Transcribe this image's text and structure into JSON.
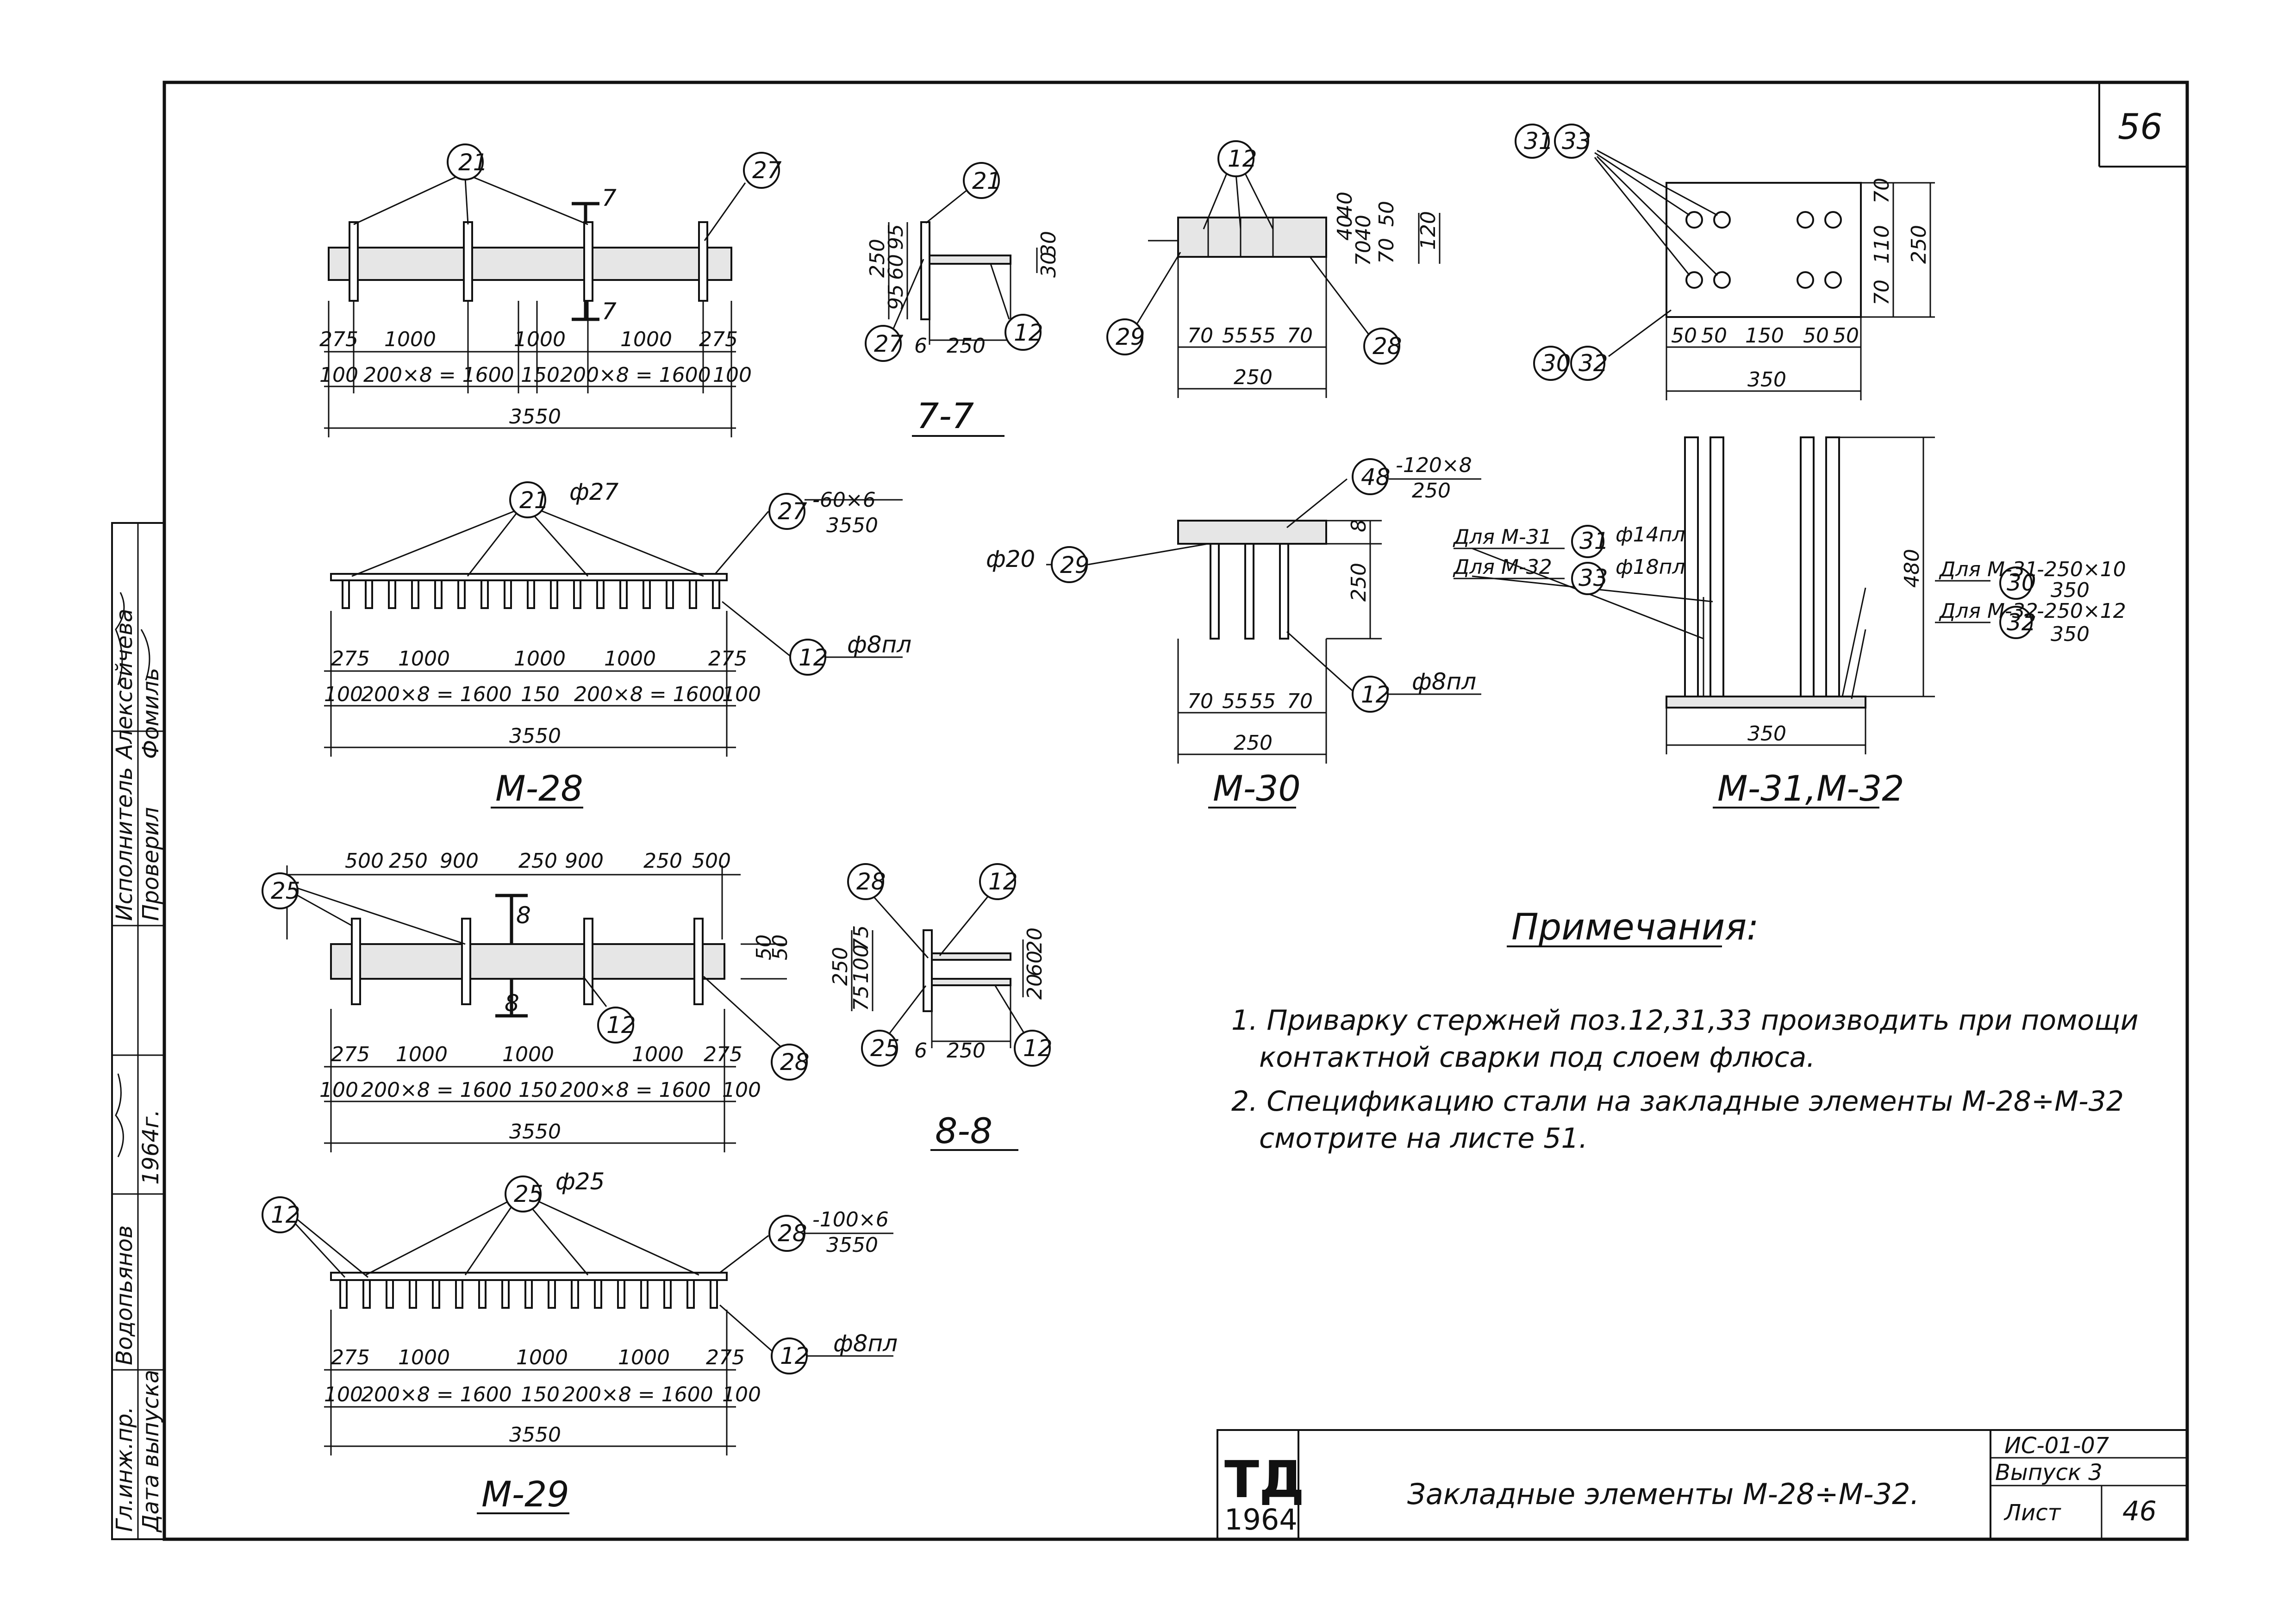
{
  "sheet": {
    "corner_number": "56",
    "title_block": {
      "logo_letters": "ТД",
      "logo_year": "1964",
      "title": "Закладные элементы М-28÷М-32.",
      "series_code": "ИС-01-07",
      "issue_label": "Выпуск 3",
      "sheet_label": "Лист",
      "sheet_number": "46"
    },
    "stamp": {
      "role_executor": "Исполнитель",
      "role_checked": "Проверил",
      "name_executor": "Алексейчева",
      "name_checked": "Фомиль",
      "role_chief": "Гл.инж.пр.",
      "name_chief": "Водопьянов",
      "release_label": "Дата выпуска",
      "release_year": "1964г."
    }
  },
  "notes": {
    "heading": "Примечания:",
    "items": [
      "1. Приварку стержней поз.12,31,33 производить при помощи",
      "контактной сварки под слоем флюса.",
      "2. Спецификацию стали на закладные элементы М-28÷М-32",
      "смотрите на листе 51."
    ]
  },
  "captions": {
    "section_7": "7-7",
    "section_8": "8-8",
    "m28": "М-28",
    "m29": "М-29",
    "m30": "М-30",
    "m31_32": "М-31,М-32"
  },
  "views": {
    "top_left": {
      "pos_a": "21",
      "pos_b": "27",
      "dims_row1": [
        "275",
        "1000",
        "1000",
        "1000",
        "275"
      ],
      "dims_row2": [
        "100",
        "200×8 = 1600",
        "150",
        "200×8 = 1600",
        "100"
      ],
      "total": "3550",
      "cut": "7"
    },
    "m28": {
      "pos_bar": "21",
      "bar_spec": "ф27",
      "pos_plate": "27",
      "plate_spec": "-60×6",
      "plate_len": "3550",
      "pos_anchor": "12",
      "anchor_spec": "ф8пл",
      "dims_row1": [
        "275",
        "1000",
        "1000",
        "1000",
        "275"
      ],
      "dims_row2": [
        "100",
        "200×8 = 1600",
        "150",
        "200×8 = 1600",
        "100"
      ],
      "total": "3550"
    },
    "sec7": {
      "pos_top": "21",
      "pos_bl": "27",
      "pos_br": "12",
      "vert_dims": [
        "95",
        "60",
        "95"
      ],
      "height": "250",
      "right_dims": [
        "30",
        "30"
      ],
      "bottom_dims": [
        "6",
        "250"
      ]
    },
    "m30_top": {
      "pos_top": "12",
      "pos_left": "29",
      "pos_right": "28",
      "right_dims": [
        "40",
        "40",
        "40",
        "70"
      ],
      "right_dims_outer": [
        "50",
        "70"
      ],
      "height": "120",
      "bottom_dims": [
        "70",
        "55",
        "55",
        "70"
      ],
      "width": "250"
    },
    "m30": {
      "pos_plate": "48",
      "plate_spec": "-120×8",
      "plate_len": "250",
      "pos_stud": "29",
      "stud_spec": "ф20",
      "pos_anchor": "12",
      "anchor_spec": "ф8пл",
      "small_dim": "8",
      "height": "250",
      "bottom_dims": [
        "70",
        "55",
        "55",
        "70"
      ],
      "width": "250"
    },
    "m31_plan": {
      "pos_top_a": "31",
      "pos_top_b": "33",
      "pos_bot_a": "30",
      "pos_bot_b": "32",
      "right_dims": [
        "70",
        "110",
        "70"
      ],
      "height": "250",
      "bottom_dims": [
        "50",
        "50",
        "150",
        "50",
        "50"
      ],
      "width": "350"
    },
    "m31_32": {
      "for_m31_label": "Для М-31",
      "pos_31": "31",
      "bar_31": "ф14пл",
      "for_m32_label": "Для М-32",
      "pos_33": "33",
      "bar_33": "ф18пл",
      "plate_for_m31": "Для М-31",
      "pos_30": "30",
      "plate_30_spec": "-250×10",
      "plate_30_len": "350",
      "plate_for_m32": "Для М-32",
      "pos_32": "32",
      "plate_32_spec": "-250×12",
      "plate_32_len": "350",
      "height": "480",
      "width": "350"
    },
    "upper_left_8": {
      "pos_left": "25",
      "pos_mid": "12",
      "pos_right": "28",
      "top_dims": [
        "500",
        "250",
        "900",
        "250",
        "900",
        "250",
        "500"
      ],
      "dims_row1": [
        "275",
        "1000",
        "1000",
        "1000",
        "275"
      ],
      "dims_row2": [
        "100",
        "200×8 = 1600",
        "150",
        "200×8 = 1600",
        "100"
      ],
      "total": "3550",
      "right_dims": [
        "50",
        "50"
      ],
      "cut": "8"
    },
    "sec8": {
      "pos_top_l": "28",
      "pos_top_r": "12",
      "pos_bl": "25",
      "pos_br": "12",
      "vert_dims": [
        "75",
        "100",
        "75"
      ],
      "height": "250",
      "right_dims": [
        "20",
        "60",
        "20"
      ],
      "bottom_dims": [
        "6",
        "250"
      ]
    },
    "m29": {
      "pos_left": "12",
      "pos_bar": "25",
      "bar_spec": "ф25",
      "pos_plate": "28",
      "plate_spec": "-100×6",
      "plate_len": "3550",
      "pos_anchor": "12",
      "anchor_spec": "ф8пл",
      "dims_row1": [
        "275",
        "1000",
        "1000",
        "1000",
        "275"
      ],
      "dims_row2": [
        "100",
        "200×8 = 1600",
        "150",
        "200×8 = 1600",
        "100"
      ],
      "total": "3550"
    }
  }
}
